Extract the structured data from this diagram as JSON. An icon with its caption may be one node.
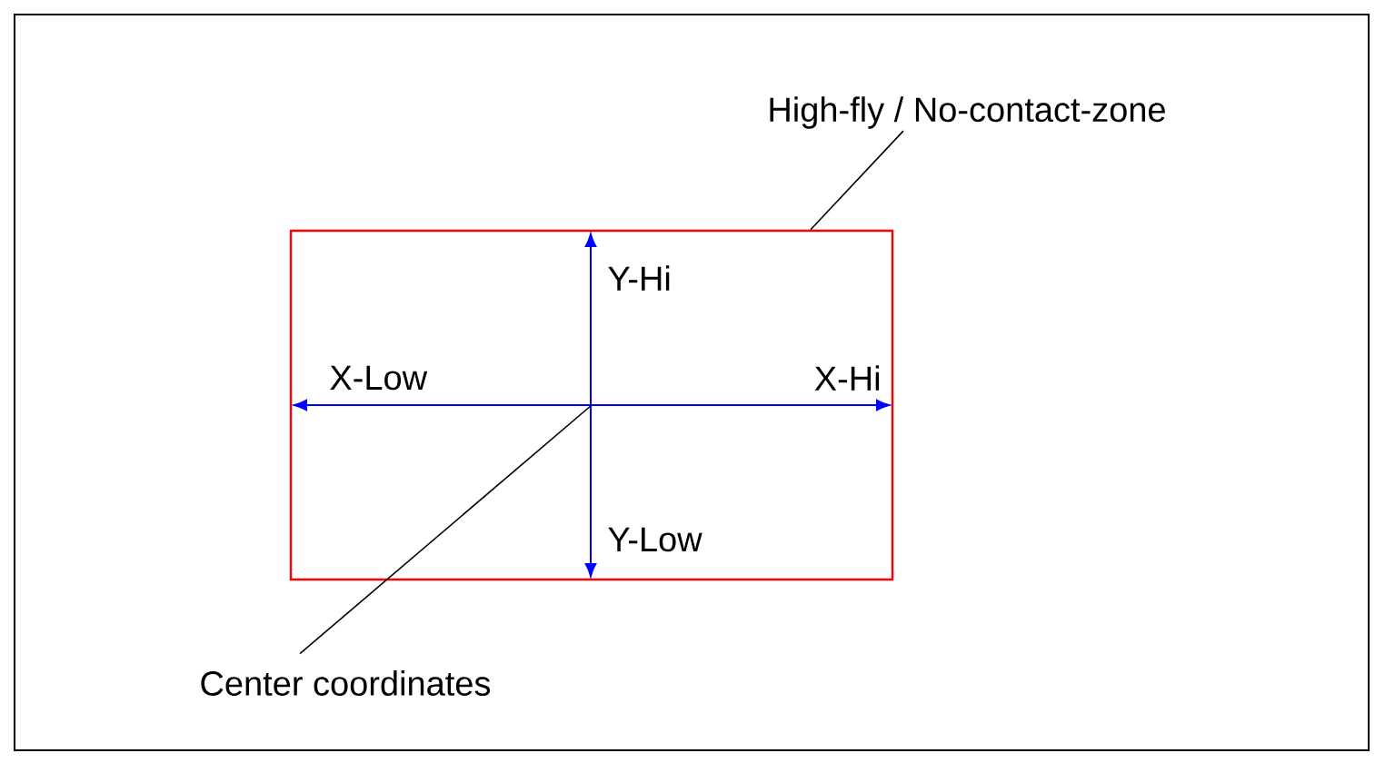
{
  "diagram": {
    "nodes": [
      {
        "text": [
          "High-fly / No-contact-zone"
        ]
      },
      {
        "text": [],
        "shape": "box"
      },
      {
        "text": [
          "Center coordinates"
        ]
      }
    ],
    "edges": [
      {
        "from": 0,
        "to": 1,
        "arrow": "none"
      },
      {
        "from": 2,
        "to": 1,
        "arrow": "none"
      }
    ],
    "labels": [
      "Y-Hi",
      "X-Low",
      "X-Hi",
      "Y-Low"
    ]
  }
}
